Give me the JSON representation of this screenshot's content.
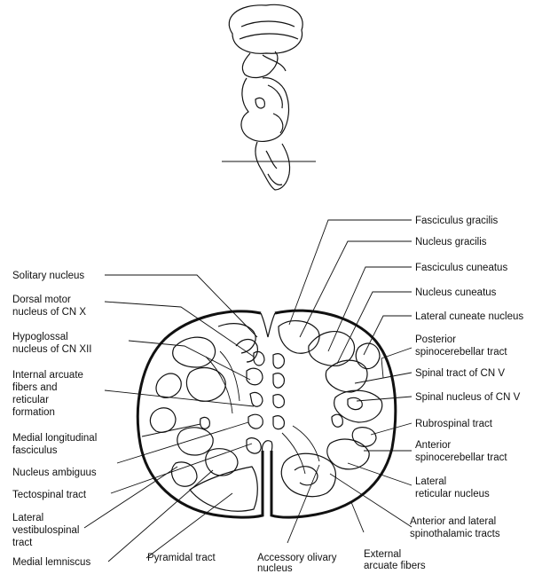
{
  "labels_left": [
    {
      "id": "solitary-nucleus",
      "lines": [
        "Solitary nucleus"
      ]
    },
    {
      "id": "dorsal-motor-nucleus",
      "lines": [
        "Dorsal motor",
        "nucleus of CN X"
      ]
    },
    {
      "id": "hypoglossal-nucleus",
      "lines": [
        "Hypoglossal",
        "nucleus of CN XII"
      ]
    },
    {
      "id": "internal-arcuate-fibers",
      "lines": [
        "Internal arcuate",
        "fibers and",
        "reticular",
        "formation"
      ]
    },
    {
      "id": "medial-longitudinal-fasciculus",
      "lines": [
        "Medial longitudinal",
        "fasciculus"
      ]
    },
    {
      "id": "nucleus-ambiguus",
      "lines": [
        "Nucleus ambiguus"
      ]
    },
    {
      "id": "tectospinal-tract",
      "lines": [
        "Tectospinal tract"
      ]
    },
    {
      "id": "lateral-vestibulospinal-tract",
      "lines": [
        "Lateral",
        "vestibulospinal",
        "tract"
      ]
    },
    {
      "id": "medial-lemniscus",
      "lines": [
        "Medial lemniscus"
      ]
    }
  ],
  "labels_right": [
    {
      "id": "fasciculus-gracilis",
      "lines": [
        "Fasciculus gracilis"
      ]
    },
    {
      "id": "nucleus-gracilis",
      "lines": [
        "Nucleus gracilis"
      ]
    },
    {
      "id": "fasciculus-cuneatus",
      "lines": [
        "Fasciculus cuneatus"
      ]
    },
    {
      "id": "nucleus-cuneatus",
      "lines": [
        "Nucleus cuneatus"
      ]
    },
    {
      "id": "lateral-cuneate-nucleus",
      "lines": [
        "Lateral cuneate nucleus"
      ]
    },
    {
      "id": "posterior-spinocerebellar-tract",
      "lines": [
        "Posterior",
        "spinocerebellar tract"
      ]
    },
    {
      "id": "spinal-tract-cn-v",
      "lines": [
        "Spinal tract of CN V"
      ]
    },
    {
      "id": "spinal-nucleus-cn-v",
      "lines": [
        "Spinal nucleus of CN V"
      ]
    },
    {
      "id": "rubrospinal-tract",
      "lines": [
        "Rubrospinal tract"
      ]
    },
    {
      "id": "anterior-spinocerebellar-tract",
      "lines": [
        "Anterior",
        "spinocerebellar tract"
      ]
    },
    {
      "id": "lateral-reticular-nucleus",
      "lines": [
        "Lateral",
        "reticular nucleus"
      ]
    },
    {
      "id": "anterior-lateral-spinothalamic",
      "lines": [
        "Anterior and lateral",
        "spinothalamic tracts"
      ]
    }
  ],
  "labels_bottom": [
    {
      "id": "pyramidal-tract",
      "lines": [
        "Pyramidal tract"
      ]
    },
    {
      "id": "accessory-olivary-nucleus",
      "lines": [
        "Accessory olivary",
        "nucleus"
      ]
    },
    {
      "id": "external-arcuate-fibers",
      "lines": [
        "External",
        "arcuate fibers"
      ]
    }
  ]
}
